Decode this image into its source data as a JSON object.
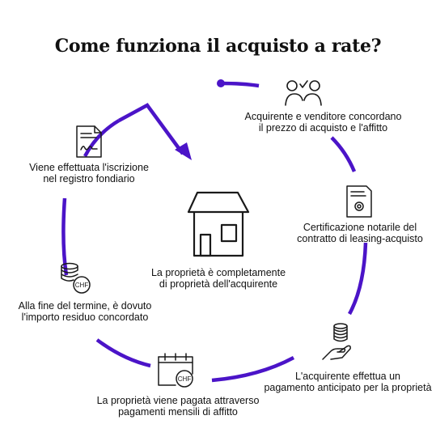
{
  "title": "Come funziona il acquisto a rate?",
  "colors": {
    "accent": "#4b14c8",
    "ink": "#1a1a1a"
  },
  "center": {
    "icon": "house-icon",
    "lines": [
      "La proprietà è completamente",
      "di proprietà dell'acquirente"
    ]
  },
  "steps": [
    {
      "icon": "agreement-people-icon",
      "lines": [
        "Acquirente e venditore concordano",
        "il prezzo di acquisto e l'affitto"
      ]
    },
    {
      "icon": "notarized-certificate-icon",
      "lines": [
        "Certificazione notarile del",
        "contratto di leasing-acquisto"
      ]
    },
    {
      "icon": "hand-coins-icon",
      "lines": [
        "L'acquirente effettua un",
        "pagamento anticipato per la proprietà"
      ]
    },
    {
      "icon": "calendar-chf-icon",
      "lines": [
        "La proprietà viene pagata attraverso",
        "pagamenti mensili di affitto"
      ]
    },
    {
      "icon": "coins-chf-icon",
      "lines": [
        "Alla fine del termine, è dovuto",
        "l'importo residuo concordato"
      ]
    },
    {
      "icon": "signed-document-icon",
      "lines": [
        "Viene effettuata l'iscrizione",
        "nel registro fondiario"
      ]
    }
  ]
}
